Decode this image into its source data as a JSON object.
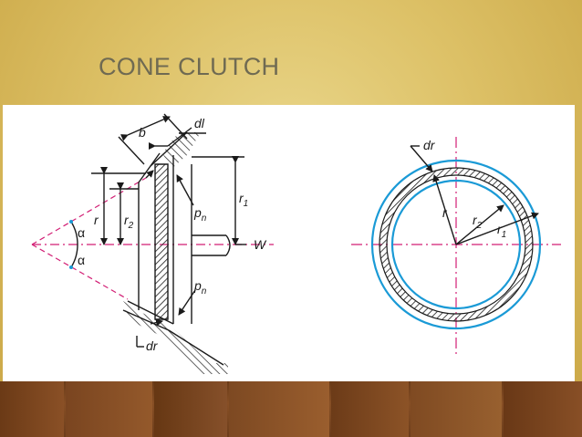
{
  "slide": {
    "title": "CONE CLUTCH"
  },
  "diagram": {
    "side_view_labels": {
      "b": "b",
      "dl": "dl",
      "r": "r",
      "r2": "r",
      "r2_sub": "2",
      "r1": "r",
      "r1_sub": "1",
      "pn_top": "p",
      "pn_top_sub": "n",
      "pn_bottom": "p",
      "pn_bottom_sub": "n",
      "w": "W",
      "alpha_top": "α",
      "alpha_bottom": "α",
      "dr": "dr"
    },
    "front_view_labels": {
      "dr": "dr",
      "r": "r",
      "r2": "r",
      "r2_sub": "2",
      "r1": "r",
      "r1_sub": "1"
    },
    "colors": {
      "line": "#1a1a1a",
      "centerline": "#d21f75",
      "hatch_fill": "#cfe3f3",
      "panel": "#ffffff",
      "title": "#6f6a52"
    }
  }
}
